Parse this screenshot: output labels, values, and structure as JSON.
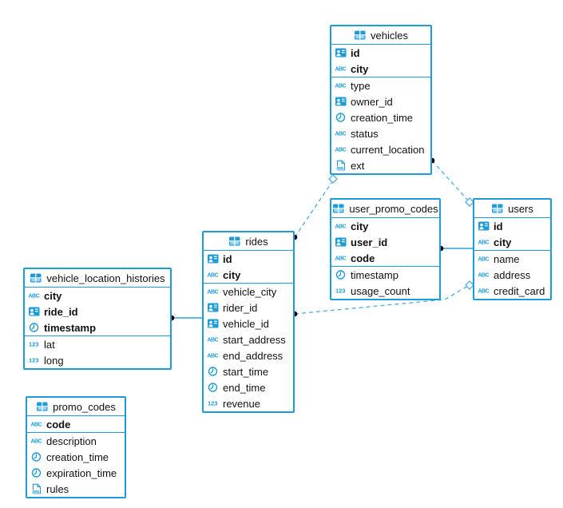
{
  "diagram": {
    "colors": {
      "accent": "#1e9cd7",
      "accent_light": "#9ed4f0",
      "dashed_line": "#58b2e3",
      "solid_line": "#2da0d9",
      "marker_dot": "#000000",
      "text": "#111111",
      "background": "#ffffff"
    },
    "tables": [
      {
        "name": "vehicles",
        "header_icon": "table",
        "key_columns": [
          {
            "name": "id",
            "icon": "uuid"
          },
          {
            "name": "city",
            "icon": "text"
          }
        ],
        "columns": [
          {
            "name": "type",
            "icon": "text"
          },
          {
            "name": "owner_id",
            "icon": "uuid"
          },
          {
            "name": "creation_time",
            "icon": "datetime"
          },
          {
            "name": "status",
            "icon": "text"
          },
          {
            "name": "current_location",
            "icon": "text"
          },
          {
            "name": "ext",
            "icon": "json"
          }
        ]
      },
      {
        "name": "user_promo_codes",
        "header_icon": "table",
        "key_columns": [
          {
            "name": "city",
            "icon": "text"
          },
          {
            "name": "user_id",
            "icon": "uuid"
          },
          {
            "name": "code",
            "icon": "text"
          }
        ],
        "columns": [
          {
            "name": "timestamp",
            "icon": "datetime"
          },
          {
            "name": "usage_count",
            "icon": "number"
          }
        ]
      },
      {
        "name": "users",
        "header_icon": "table",
        "key_columns": [
          {
            "name": "id",
            "icon": "uuid"
          },
          {
            "name": "city",
            "icon": "text"
          }
        ],
        "columns": [
          {
            "name": "name",
            "icon": "text"
          },
          {
            "name": "address",
            "icon": "text"
          },
          {
            "name": "credit_card",
            "icon": "text"
          }
        ]
      },
      {
        "name": "rides",
        "header_icon": "table",
        "key_columns": [
          {
            "name": "id",
            "icon": "uuid"
          },
          {
            "name": "city",
            "icon": "text"
          }
        ],
        "columns": [
          {
            "name": "vehicle_city",
            "icon": "text"
          },
          {
            "name": "rider_id",
            "icon": "uuid"
          },
          {
            "name": "vehicle_id",
            "icon": "uuid"
          },
          {
            "name": "start_address",
            "icon": "text"
          },
          {
            "name": "end_address",
            "icon": "text"
          },
          {
            "name": "start_time",
            "icon": "datetime"
          },
          {
            "name": "end_time",
            "icon": "datetime"
          },
          {
            "name": "revenue",
            "icon": "number"
          }
        ]
      },
      {
        "name": "vehicle_location_histories",
        "header_icon": "table",
        "key_columns": [
          {
            "name": "city",
            "icon": "text"
          },
          {
            "name": "ride_id",
            "icon": "uuid"
          },
          {
            "name": "timestamp",
            "icon": "datetime"
          }
        ],
        "columns": [
          {
            "name": "lat",
            "icon": "number"
          },
          {
            "name": "long",
            "icon": "number"
          }
        ]
      },
      {
        "name": "promo_codes",
        "header_icon": "table",
        "key_columns": [
          {
            "name": "code",
            "icon": "text"
          }
        ],
        "columns": [
          {
            "name": "description",
            "icon": "text"
          },
          {
            "name": "creation_time",
            "icon": "datetime"
          },
          {
            "name": "expiration_time",
            "icon": "datetime"
          },
          {
            "name": "rules",
            "icon": "json"
          }
        ]
      }
    ],
    "relations": [
      {
        "id": "vehicle_location_histories-rides",
        "from": "vehicle_location_histories",
        "to": "rides",
        "line": "solid",
        "from_marker": "dot",
        "to_marker": "none"
      },
      {
        "id": "user_promo_codes-users",
        "from": "user_promo_codes",
        "to": "users",
        "line": "solid",
        "from_marker": "dot",
        "to_marker": "none"
      },
      {
        "id": "rides-vehicles",
        "from": "rides",
        "to": "vehicles",
        "line": "dashed",
        "from_marker": "dot",
        "to_marker": "diamond"
      },
      {
        "id": "vehicles-users",
        "from": "vehicles",
        "to": "users",
        "line": "dashed",
        "from_marker": "dot",
        "to_marker": "diamond"
      },
      {
        "id": "rides-users",
        "from": "rides",
        "to": "users",
        "line": "dashed",
        "from_marker": "dot",
        "to_marker": "diamond"
      }
    ]
  }
}
